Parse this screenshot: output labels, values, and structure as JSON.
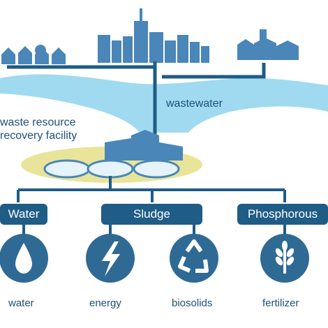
{
  "facility": {
    "line1": "waste resource",
    "line2": "recovery facility"
  },
  "flow_label": "wastewater",
  "streams": [
    {
      "label": "Water"
    },
    {
      "label": "Sludge"
    },
    {
      "label": "Phosphorous"
    }
  ],
  "outputs": [
    {
      "label": "water",
      "icon": "water-drop-icon"
    },
    {
      "label": "energy",
      "icon": "lightning-bolt-icon"
    },
    {
      "label": "biosolids",
      "icon": "recycle-icon"
    },
    {
      "label": "fertilizer",
      "icon": "wheat-icon"
    }
  ],
  "colors": {
    "navy": "#1f5c86",
    "building": "#4a86b8",
    "river": "#9fdaf0",
    "grass": "#e8e59a",
    "icon_circle": "#2e6a94"
  }
}
